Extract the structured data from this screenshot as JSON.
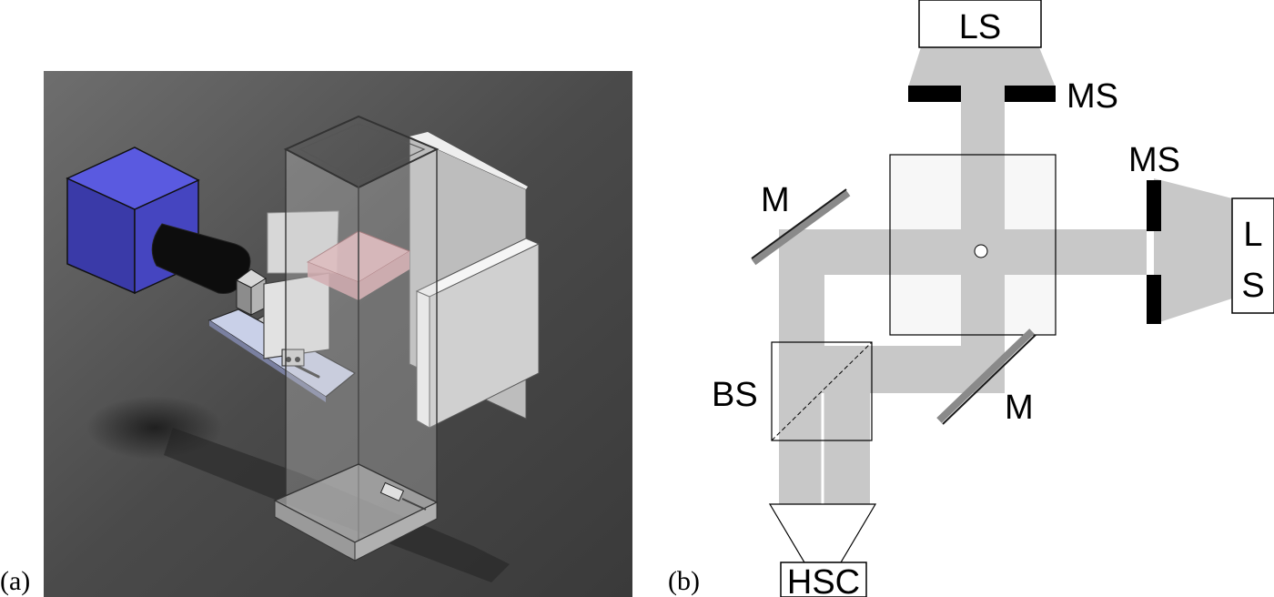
{
  "panels": {
    "a": {
      "label": "(a)"
    },
    "b": {
      "label": "(b)"
    }
  },
  "colors": {
    "render_background": "#4e4e4e",
    "camera_body": "#4b4bd0",
    "lens": "#0d0d0d",
    "glass": "#d9d9d9",
    "laser_sheet": "#e8b4b8",
    "beam": "#c8c8c8",
    "mirror": "#8a8a8a",
    "mask": "#000000"
  },
  "diagram": {
    "labels": {
      "ls_top": "LS",
      "ms_top": "MS",
      "ms_right": "MS",
      "ls_right_l": "L",
      "ls_right_s": "S",
      "m_left": "M",
      "m_right": "M",
      "bs": "BS",
      "hsc": "HSC"
    }
  }
}
